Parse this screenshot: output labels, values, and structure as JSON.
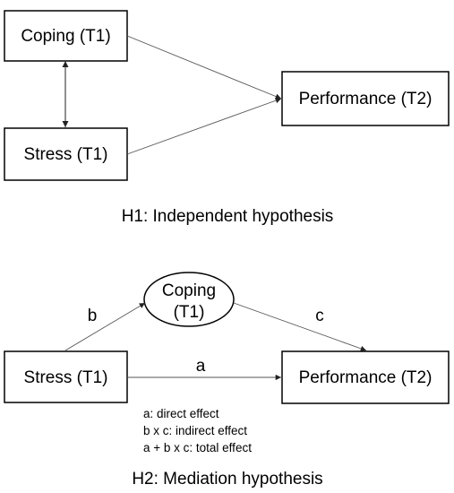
{
  "diagram1": {
    "nodes": {
      "coping": "Coping (T1)",
      "stress": "Stress (T1)",
      "performance": "Performance (T2)"
    },
    "caption": "H1: Independent hypothesis"
  },
  "diagram2": {
    "nodes": {
      "coping_line1": "Coping",
      "coping_line2": "(T1)",
      "stress": "Stress (T1)",
      "performance": "Performance (T2)"
    },
    "paths": {
      "a": "a",
      "b": "b",
      "c": "c"
    },
    "legend": [
      "a: direct effect",
      "b x c: indirect effect",
      "a + b x c: total effect"
    ],
    "caption": "H2: Mediation hypothesis"
  },
  "colors": {
    "stroke": "#000000",
    "arrow": "#555555"
  }
}
